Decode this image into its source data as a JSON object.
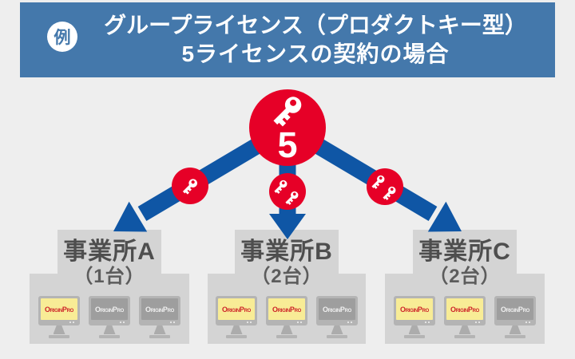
{
  "header": {
    "badge": "例",
    "title_line1": "グループライセンス（プロダクトキー型）",
    "title_line2": "5ライセンスの契約の場合"
  },
  "license_pool": {
    "total_count": "5",
    "icon": "key-icon"
  },
  "branches": [
    {
      "keys_delivered": 1,
      "target": "事業所A"
    },
    {
      "keys_delivered": 2,
      "target": "事業所B"
    },
    {
      "keys_delivered": 2,
      "target": "事業所C"
    }
  ],
  "offices": [
    {
      "name": "事業所A",
      "units": "（1台）",
      "monitors": [
        {
          "state": "active"
        },
        {
          "state": "inactive"
        },
        {
          "state": "inactive"
        }
      ]
    },
    {
      "name": "事業所B",
      "units": "（2台）",
      "monitors": [
        {
          "state": "active"
        },
        {
          "state": "active"
        },
        {
          "state": "inactive"
        }
      ]
    },
    {
      "name": "事業所C",
      "units": "（2台）",
      "monitors": [
        {
          "state": "active"
        },
        {
          "state": "active"
        },
        {
          "state": "inactive"
        }
      ]
    }
  ],
  "brand": {
    "logo_text": "OriginPro"
  },
  "colors": {
    "banner_blue": "#4478ab",
    "arrow_blue": "#0f56a5",
    "license_red": "#e60027",
    "box_gray": "#d4d4d4",
    "screen_active_yellow": "#f8ec96",
    "screen_inactive_gray": "#9e9e9e",
    "background": "#eeeeee"
  }
}
